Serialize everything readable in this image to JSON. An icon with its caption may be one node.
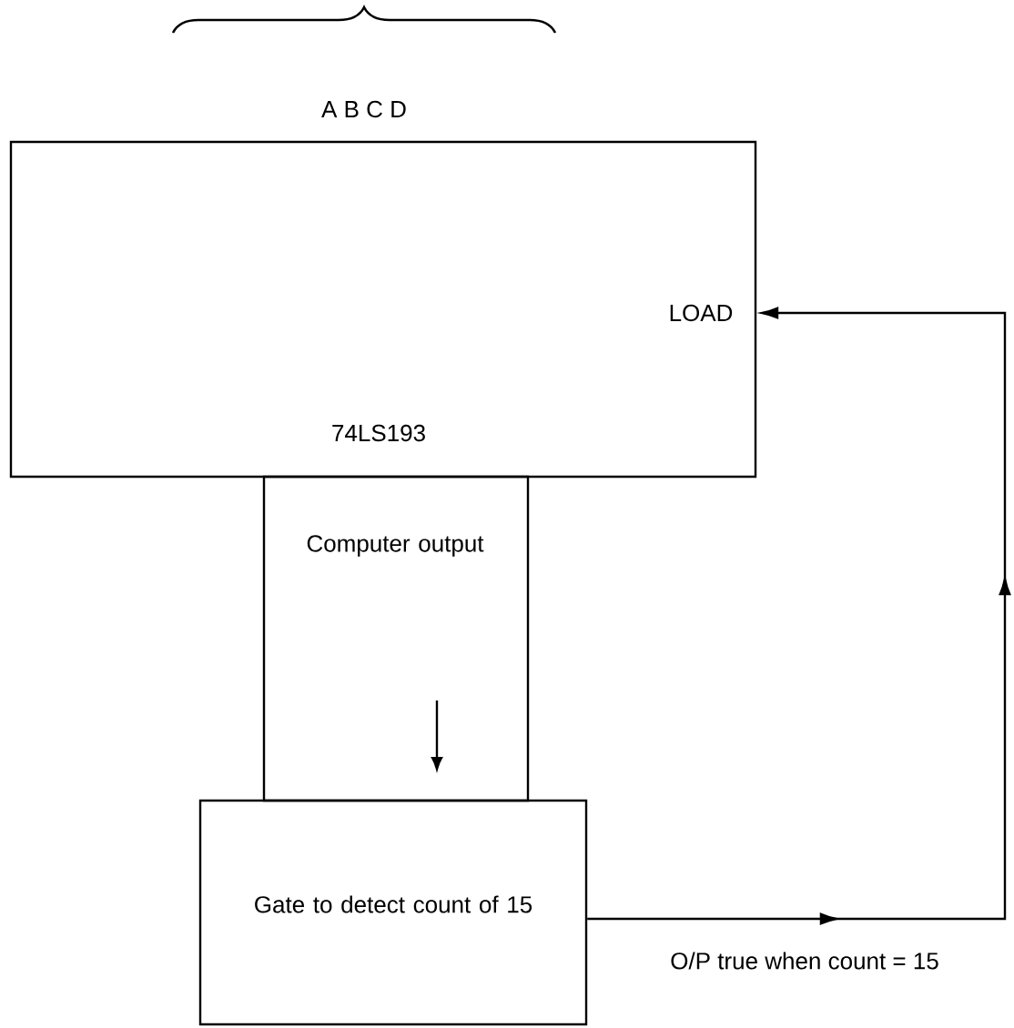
{
  "diagram": {
    "nodes": [
      {
        "text": [
          "LOAD",
          "74LS193"
        ]
      },
      {
        "text": [
          "Computer output"
        ]
      },
      {
        "text": [
          "Gate to detect count of 15"
        ]
      }
    ],
    "edges": [
      {
        "from": 2,
        "to": 0,
        "arrow": "to",
        "label": "O/P true when count = 15"
      }
    ],
    "labels": [
      "A B C D"
    ]
  }
}
